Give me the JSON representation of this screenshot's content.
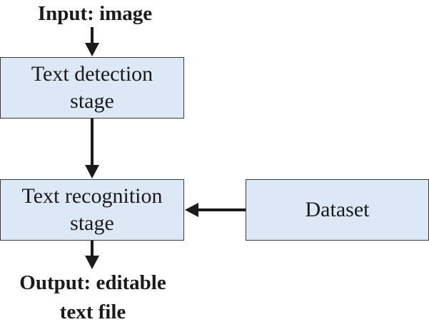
{
  "input_label": "Input: image",
  "detection_stage": {
    "line1": "Text detection",
    "line2": "stage"
  },
  "recognition_stage": {
    "line1": "Text recognition",
    "line2": "stage"
  },
  "dataset": {
    "label": "Dataset"
  },
  "output_label": {
    "line1": "Output: editable",
    "line2": "text file"
  },
  "colors": {
    "box_fill": "#dde8f6",
    "arrow": "#1a1a1a",
    "text": "#1a1a1a"
  }
}
